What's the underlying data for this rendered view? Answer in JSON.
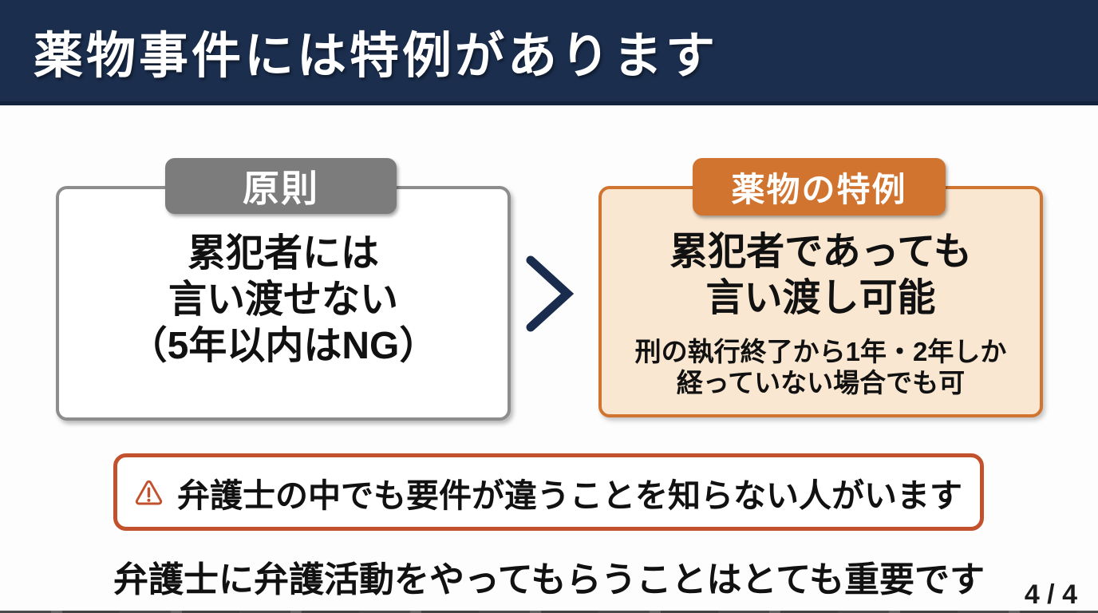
{
  "header": {
    "title": "薬物事件には特例があります",
    "bg_color": "#1b2e4e",
    "text_color": "#ffffff"
  },
  "principle_card": {
    "tab_label": "原則",
    "tab_color": "#7c7c7c",
    "border_color": "#8d8d8d",
    "lines": [
      "累犯者には",
      "言い渡せない",
      "（5年以内はNG）"
    ]
  },
  "exception_card": {
    "tab_label": "薬物の特例",
    "tab_color": "#d0742f",
    "border_color": "#d0742f",
    "bg_color": "#f9e7d1",
    "lines": [
      "累犯者であっても",
      "言い渡し可能"
    ],
    "sub_lines": [
      "刑の執行終了から1年・2年しか",
      "経っていない場合でも可"
    ]
  },
  "arrow": {
    "icon": "chevron-right-icon",
    "color": "#1a2c4e"
  },
  "warning": {
    "icon": "warning-triangle-icon",
    "icon_color": "#c2522d",
    "border_color": "#c2522d",
    "text": "弁護士の中でも要件が違うことを知らない人がいます"
  },
  "footer": {
    "message": "弁護士に弁護活動をやってもらうことはとても重要です",
    "page_indicator": "4 / 4"
  }
}
